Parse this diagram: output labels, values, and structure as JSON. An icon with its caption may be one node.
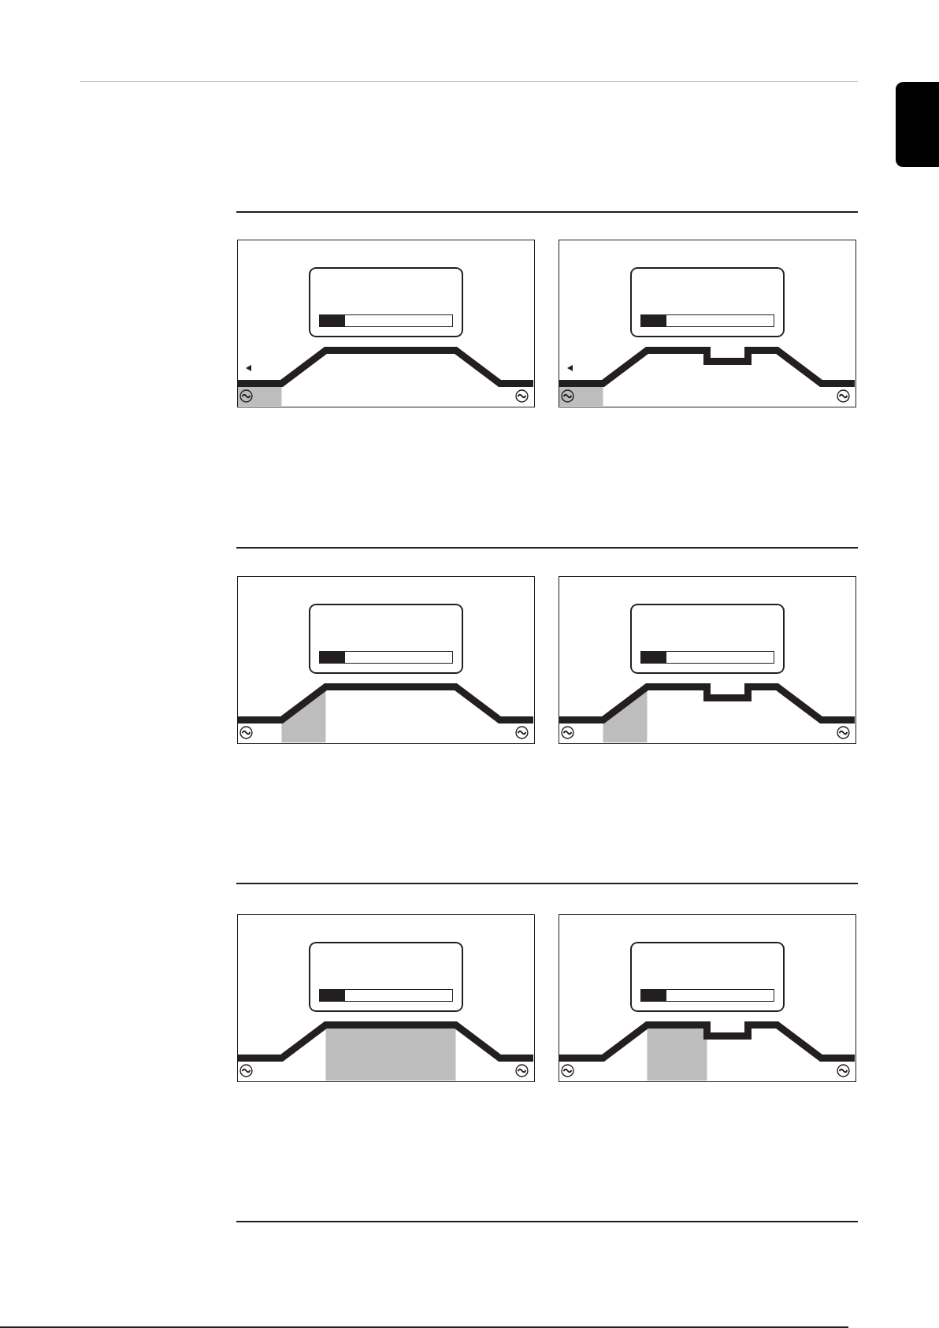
{
  "diagram": {
    "nodes": [
      {
        "text": [],
        "shape": "box"
      },
      {
        "text": [],
        "shape": "box"
      },
      {
        "text": [],
        "shape": "box",
        "in": 1
      },
      {
        "text": [],
        "shape": "box"
      },
      {
        "text": [],
        "shape": "box",
        "in": 3
      },
      {
        "text": [],
        "shape": "box"
      },
      {
        "text": [],
        "shape": "box",
        "in": 5
      },
      {
        "text": [],
        "shape": "box"
      },
      {
        "text": [],
        "shape": "box",
        "in": 7
      },
      {
        "text": [],
        "shape": "box"
      },
      {
        "text": [],
        "shape": "box",
        "in": 9
      },
      {
        "text": [],
        "shape": "box"
      },
      {
        "text": [],
        "shape": "box",
        "in": 11
      }
    ]
  }
}
